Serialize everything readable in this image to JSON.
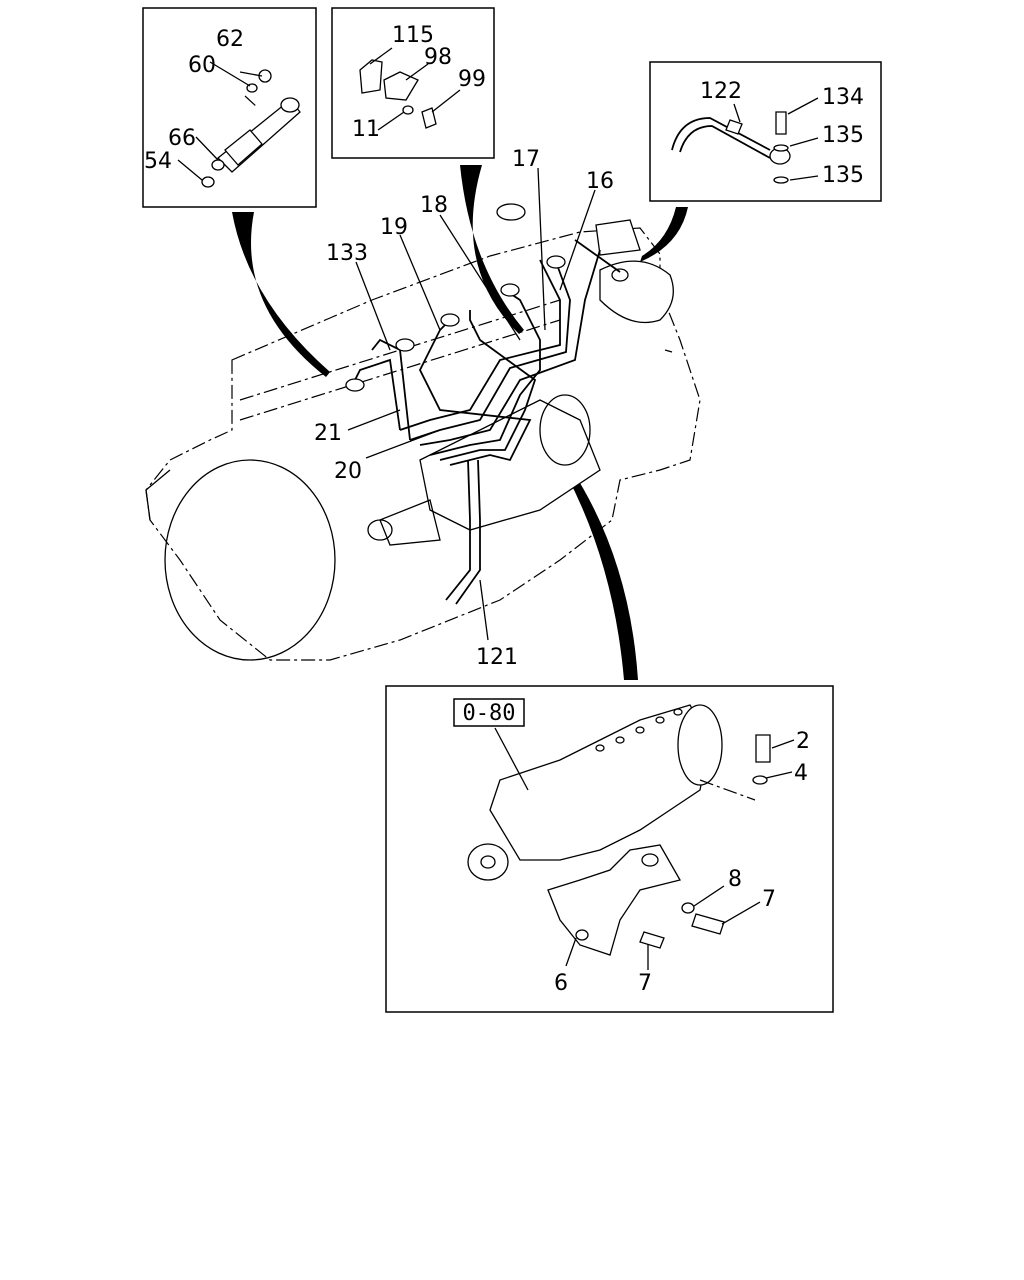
{
  "diagram": {
    "part_ref_box": "0-80",
    "callouts": {
      "c62": "62",
      "c60": "60",
      "c66": "66",
      "c54": "54",
      "c115": "115",
      "c98": "98",
      "c99": "99",
      "c11": "11",
      "c122": "122",
      "c134": "134",
      "c135a": "135",
      "c135b": "135",
      "c17": "17",
      "c16": "16",
      "c18": "18",
      "c19": "19",
      "c133": "133",
      "c21": "21",
      "c20": "20",
      "c121": "121",
      "c2": "2",
      "c4": "4",
      "c8": "8",
      "c7a": "7",
      "c6": "6",
      "c7b": "7"
    }
  }
}
